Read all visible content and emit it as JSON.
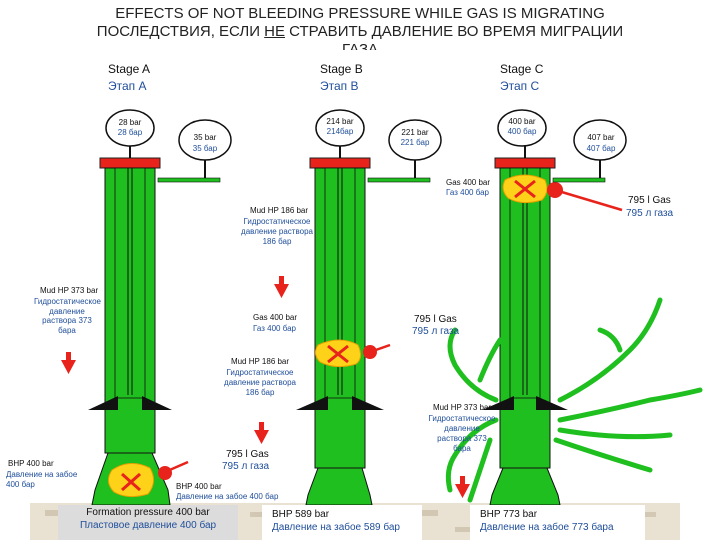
{
  "title_en": "EFFECTS OF NOT BLEEDING PRESSURE WHILE GAS IS MIGRATING",
  "title_ru_pre": "ПОСЛЕДСТВИЯ, ЕСЛИ ",
  "title_ru_ne": "НЕ",
  "title_ru_post": " СТРАВИТЬ ДАВЛЕНИЕ ВО ВРЕМЯ МИГРАЦИИ",
  "title_ru_line2": "ГАЗА",
  "colors": {
    "well": "#1fbf1f",
    "red": "#e8231b",
    "gas": "#ffd21a",
    "formation": "#e8dfcf",
    "bottom_box": "#dcdcdc",
    "ru_text": "#1f4e9a"
  },
  "stages": [
    {
      "label_en": "Stage A",
      "label_ru": "Этап А",
      "gauge1_en": "28 bar",
      "gauge1_ru": "28 бар",
      "gauge2_en": "35 bar",
      "gauge2_ru": "35 бар",
      "mud_en": "Mud HP 373 bar",
      "mud_ru": "Гидростатическое давление раствора 373 бара",
      "gas_en": "795 l Gas",
      "gas_ru": "795 л газа",
      "bhp_en": "BHP 400 bar",
      "bhp_ru": "Давление на забое 400 бар",
      "formation_en": "Formation pressure 400 bar",
      "formation_ru": "Пластовое давление 400 бар"
    },
    {
      "label_en": "Stage B",
      "label_ru": "Этап В",
      "gauge1_en": "214 bar",
      "gauge1_ru": "214бар",
      "gauge2_en": "221 bar",
      "gauge2_ru": "221 бар",
      "mud_top_en": "Mud HP 186 bar",
      "mud_top_ru": "Гидростатическое давление раствора 186 бар",
      "gas_en": "Gas 400 bar",
      "gas_ru": "Газ 400 бар",
      "gas_vol_en": "795 l Gas",
      "gas_vol_ru": "795 л газа",
      "mud_bot_en": "Mud HP 186 bar",
      "mud_bot_ru": "Гидростатическое давление раствора 186 бар",
      "bhp_en": "BHP 400 bar",
      "bhp_ru": "Давление на забое 400 бар",
      "bottom_en": "BHP 589 bar",
      "bottom_ru": "Давление на забое 589 бар"
    },
    {
      "label_en": "Stage C",
      "label_ru": "Этап С",
      "gauge1_en": "400 bar",
      "gauge1_ru": "400 бар",
      "gauge2_en": "407 bar",
      "gauge2_ru": "407 бар",
      "gas_en": "Gas 400 bar",
      "gas_ru": "Газ 400 бар",
      "gas_vol_en": "795 l Gas",
      "gas_vol_ru": "795 л газа",
      "mud_en": "Mud HP 373 bar",
      "mud_ru": "Гидростатическое давление раствора 373 бара",
      "bottom_en": "BHP 773 bar",
      "bottom_ru": "Давление на забое 773 бара"
    }
  ]
}
